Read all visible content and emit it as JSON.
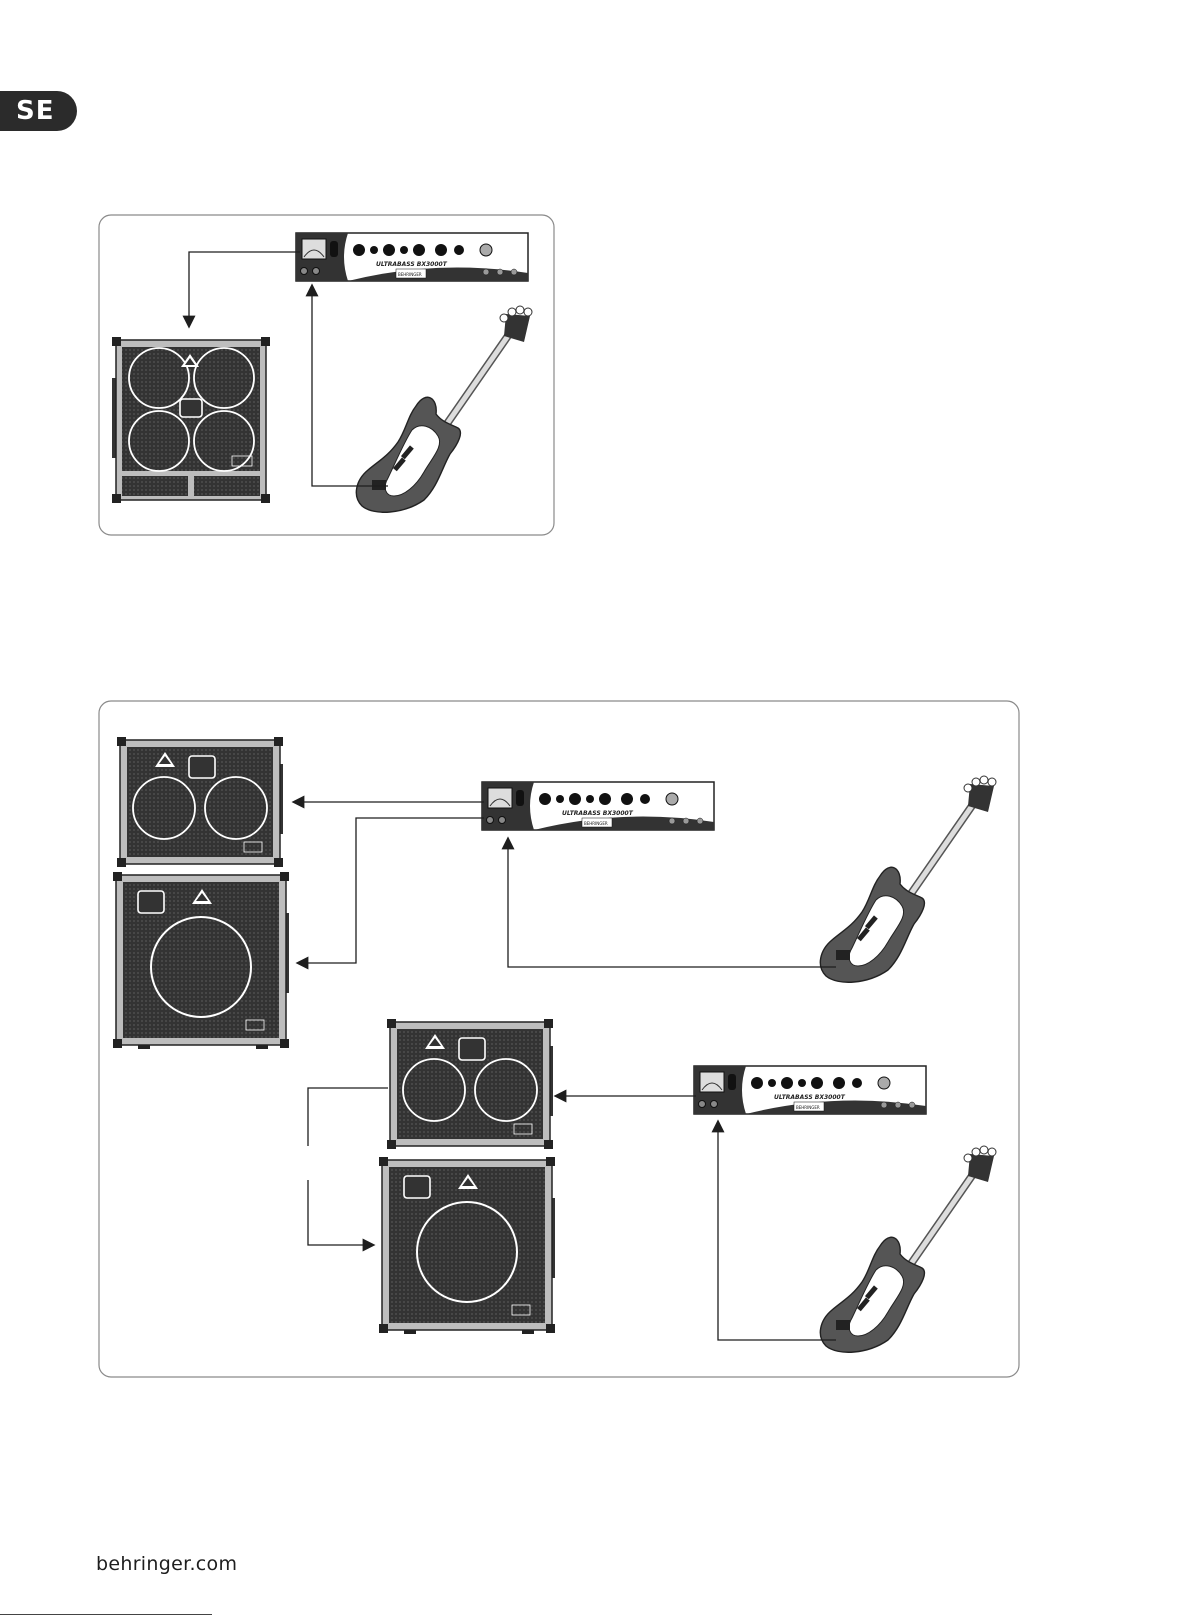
{
  "page": {
    "language_tab": "SE"
  },
  "amp_model_label": "ULTRABASS BX3000T",
  "amp_brand_label": "BEHRINGER",
  "footer": {
    "website": "behringer.com"
  },
  "colors": {
    "ink": "#2a2a2a",
    "grille": "#3a3a3a",
    "frame": "#bdbdbd",
    "panel_border": "#7a7a7a"
  }
}
